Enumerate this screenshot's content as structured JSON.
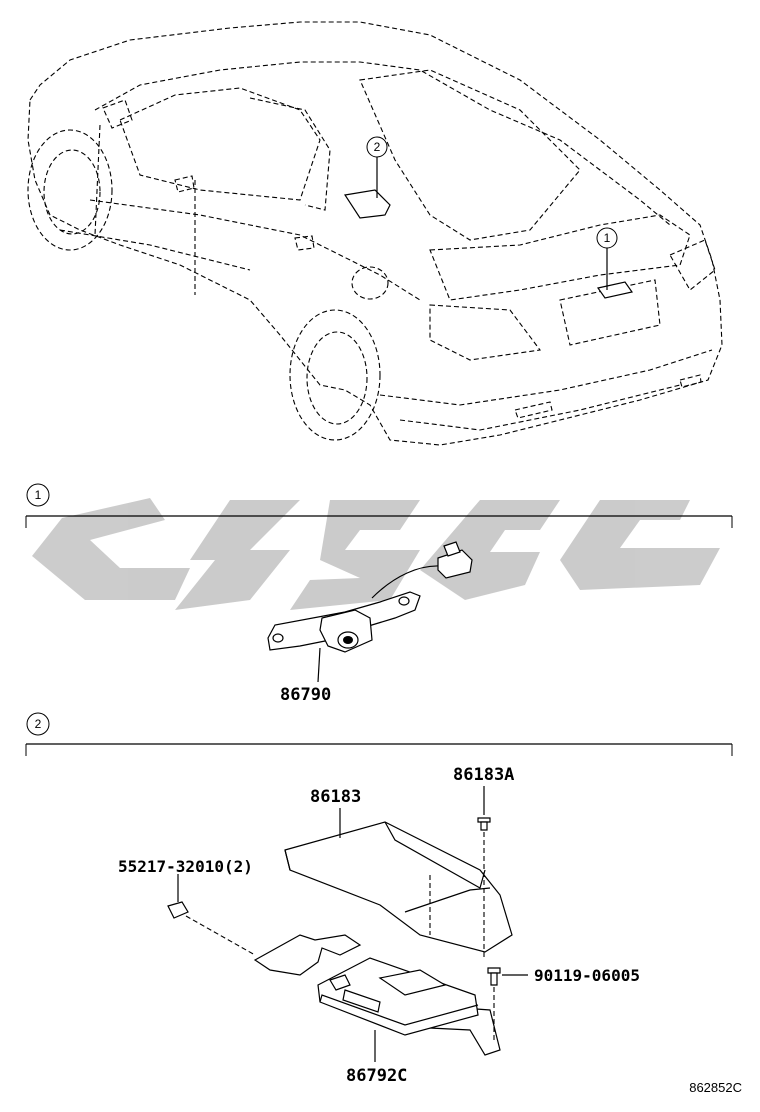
{
  "sections": [
    {
      "number": "1",
      "parts": [
        {
          "part_no": "86790"
        }
      ]
    },
    {
      "number": "2",
      "parts": [
        {
          "part_no": "86183"
        },
        {
          "part_no": "86183A"
        },
        {
          "part_no": "55217-32010(2)"
        },
        {
          "part_no": "90119-06005"
        },
        {
          "part_no": "86792C"
        }
      ]
    }
  ],
  "callouts": {
    "top_1": "1",
    "top_2": "2"
  },
  "diagram_code": "862852C"
}
